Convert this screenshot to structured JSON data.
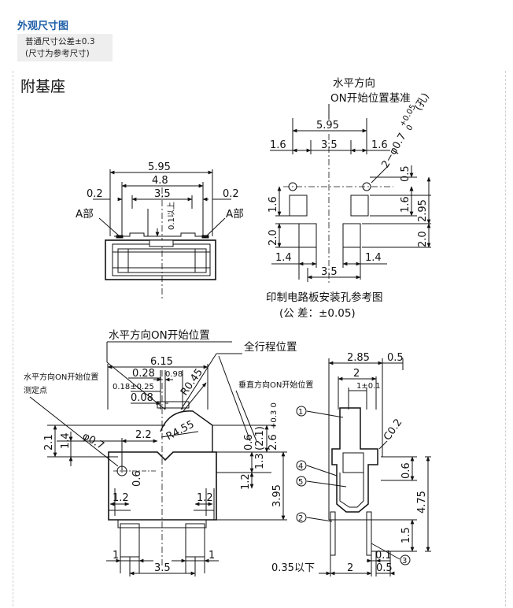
{
  "header": {
    "title": "外观尺寸图",
    "note_line1": "普通尺寸公差±0.3",
    "note_line2": "(尺寸为参考尺寸)"
  },
  "section": {
    "title": "附基座"
  },
  "top_view": {
    "dim_total": "5.95",
    "dim_inner": "4.8",
    "dim_pitch": "3.5",
    "dim_left_gap": "0.2",
    "dim_right_gap": "0.2",
    "dim_vert": "0.1以上",
    "label_a_left": "A部",
    "label_a_right": "A部"
  },
  "pcb_pattern": {
    "ref_line1": "水平方向",
    "ref_line2": "ON开始位置基准",
    "dim_total": "5.95",
    "dim_left": "1.6",
    "dim_mid": "3.5",
    "dim_right": "1.6",
    "hole_label": "2−φ0.7",
    "hole_tol_plus": "+0.05",
    "hole_tol_minus": "0",
    "hole_suffix": "(孔)",
    "dim_05": "0.5",
    "dim_16_left": "1.6",
    "dim_16_right": "1.6",
    "dim_295": "2.95",
    "dim_20_left": "2.0",
    "dim_20_right": "2.0",
    "dim_14_left": "1.4",
    "dim_14_right": "1.4",
    "dim_bottom": "3.5",
    "caption": "印制电路板安装孔参考图",
    "tolerance": "(公 差：±0.05)"
  },
  "front_view": {
    "label_on": "水平方向ON开始位置",
    "label_full": "全行程位置",
    "label_measure1": "水平方向ON开始位置",
    "label_measure2": "测定点",
    "label_vertical": "垂直方向ON开始位置",
    "dim_615": "6.15",
    "dim_028": "0.28",
    "dim_098": "0.98",
    "dim_018": "0.18±0.25",
    "dim_008": "0.08",
    "dim_r045": "R0.45",
    "dim_r455": "R4.55",
    "dim_22": "2.2",
    "dim_phi07": "φ0.7",
    "dim_21": "2.1",
    "dim_14": "1.4",
    "dim_06": "0.6",
    "dim_06b": "0.6",
    "dim_21b": "(2.1)",
    "dim_26": "2.6",
    "dim_26_tol": "+0.3 0",
    "dim_13": "1.3",
    "dim_12": "1.2",
    "dim_395": "3.95",
    "dim_12_left": "1.2",
    "dim_12_right": "1.2",
    "dim_1_left": "1",
    "dim_1_right": "1",
    "dim_35": "3.5"
  },
  "side_view": {
    "dim_285": "2.85",
    "dim_05": "0.5",
    "dim_2": "2",
    "dim_1": "1±0.1",
    "dim_c02": "C0.2",
    "dim_06": "0.6",
    "dim_475": "4.75",
    "dim_15": "1.5",
    "dim_01": "0.1",
    "dim_05b": "0.5",
    "dim_035": "0.35以下",
    "dim_2b": "2",
    "callout_1": "1",
    "callout_2": "2",
    "callout_3": "3",
    "callout_4": "4",
    "callout_5": "5"
  },
  "colors": {
    "title": "#1f5fa8",
    "line": "#111111",
    "note_bg": "#eeeeee"
  }
}
